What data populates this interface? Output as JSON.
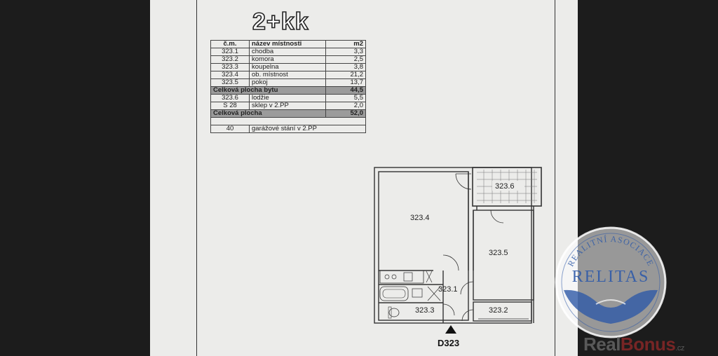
{
  "document": {
    "title": "2+kk",
    "table": {
      "headers": [
        "č.m.",
        "název místnosti",
        "m2"
      ],
      "rows": [
        {
          "id": "323.1",
          "name": "chodba",
          "area": "3,3"
        },
        {
          "id": "323.2",
          "name": "komora",
          "area": "2,5"
        },
        {
          "id": "323.3",
          "name": "koupelna",
          "area": "3,8"
        },
        {
          "id": "323.4",
          "name": "ob. místnost",
          "area": "21,2"
        },
        {
          "id": "323.5",
          "name": "pokoj",
          "area": "13,7"
        }
      ],
      "subtotal_label": "Celková plocha bytu",
      "subtotal_value": "44,5",
      "extra_rows": [
        {
          "id": "323.6",
          "name": "lodžie",
          "area": "5,5"
        },
        {
          "id": "S 28",
          "name": "sklep v 2.PP",
          "area": "2,0"
        }
      ],
      "total_label": "Celková plocha",
      "total_value": "52,0",
      "parking": {
        "id": "40",
        "name": "garážové stání v 2.PP"
      }
    },
    "plan": {
      "rooms": {
        "living": "323.4",
        "bedroom": "323.5",
        "loggia": "323.6",
        "hall": "323.1",
        "bathroom": "323.3",
        "storage": "323.2"
      },
      "entrance_label": "D323"
    }
  },
  "watermark": {
    "seal_top_text": "REALITNÍ ASOCIACE",
    "seal_name": "RELITAS",
    "brand_part1": "Real",
    "brand_part2": "Bonus",
    "brand_suffix": ".cz"
  },
  "colors": {
    "paper": "#ececea",
    "background": "#1c1c1c",
    "seal_blue": "#2f5aa8",
    "total_row": "#9b9b9b"
  }
}
